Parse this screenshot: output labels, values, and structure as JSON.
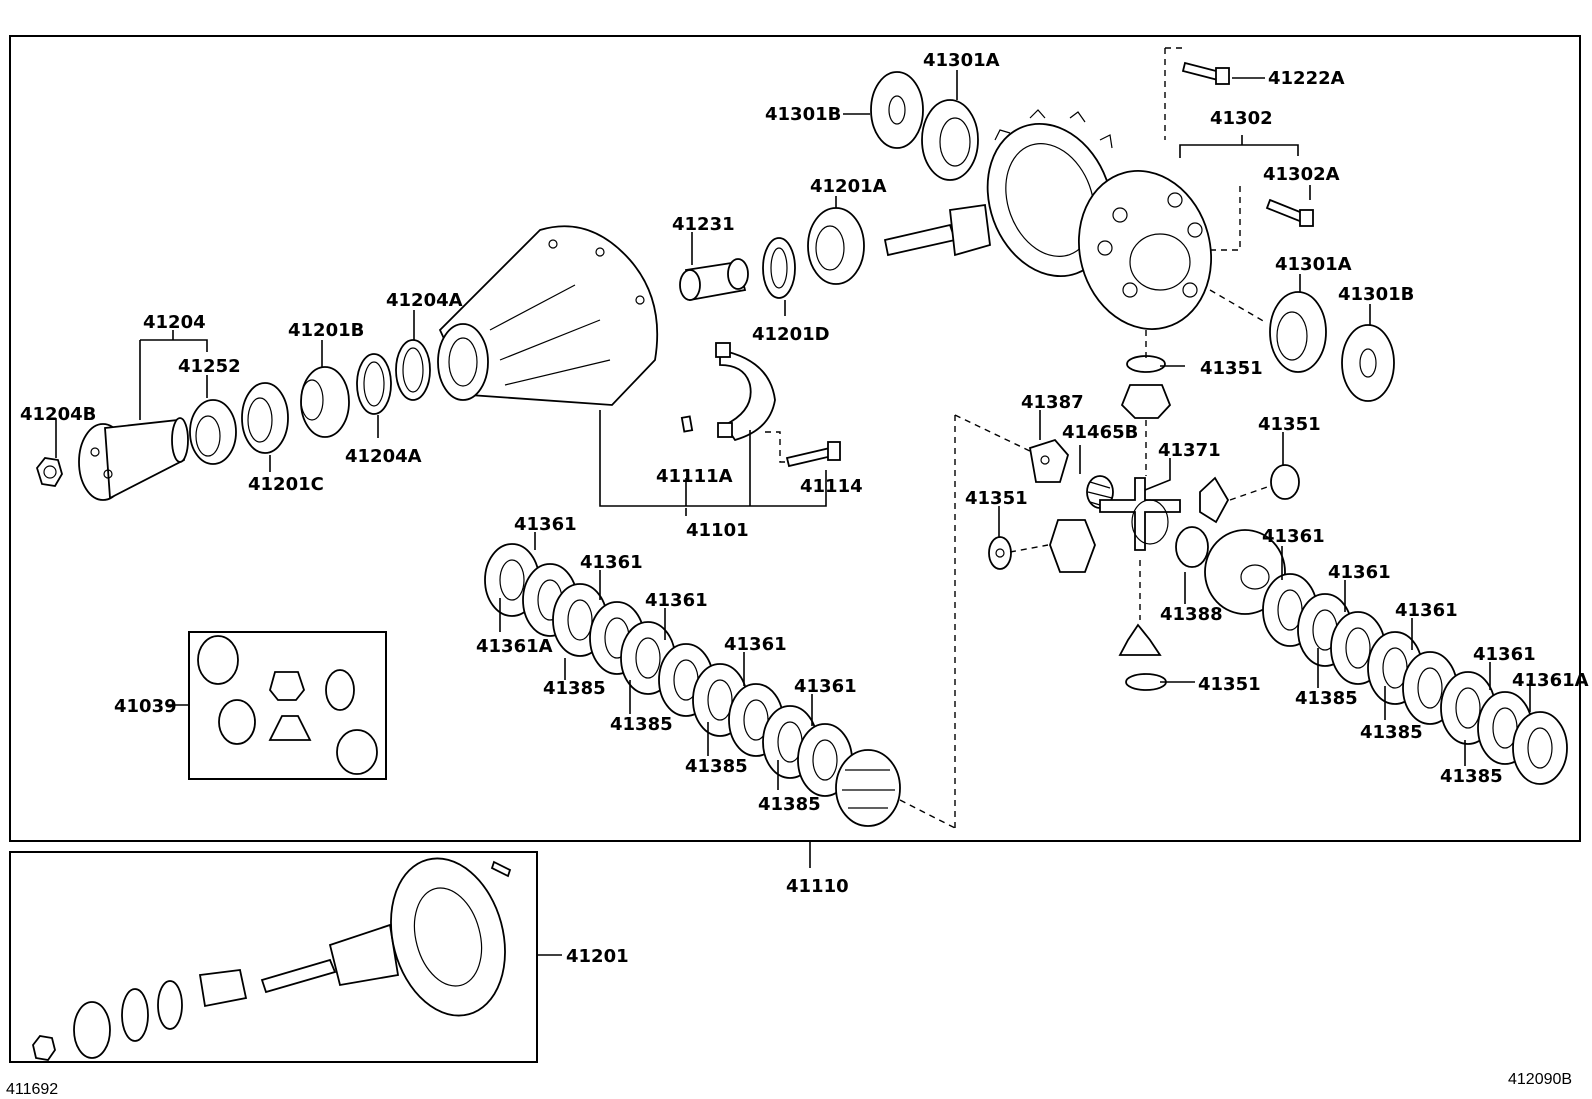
{
  "figure_codes": {
    "left": "411692",
    "right": "412090B"
  },
  "labels": {
    "p41301A_top": "41301A",
    "p41301B_top": "41301B",
    "p41222A": "41222A",
    "p41302": "41302",
    "p41302A": "41302A",
    "p41201A": "41201A",
    "p41231": "41231",
    "p41201D": "41201D",
    "p41301A_right": "41301A",
    "p41301B_right": "41301B",
    "p41204": "41204",
    "p41252": "41252",
    "p41201B": "41201B",
    "p41204A_top": "41204A",
    "p41204B": "41204B",
    "p41201C": "41201C",
    "p41204A_bottom": "41204A",
    "p41351_a": "41351",
    "p41387": "41387",
    "p41465B": "41465B",
    "p41371": "41371",
    "p41351_b": "41351",
    "p41351_c": "41351",
    "p41111A": "41111A",
    "p41114": "41114",
    "p41101": "41101",
    "p41361_l1": "41361",
    "p41361_l2": "41361",
    "p41361_l3": "41361",
    "p41361_l4": "41361",
    "p41361_l5": "41361",
    "p41361A_left": "41361A",
    "p41385_l1": "41385",
    "p41385_l2": "41385",
    "p41385_l3": "41385",
    "p41385_l4": "41385",
    "p41388": "41388",
    "p41351_d": "41351",
    "p41361_r1": "41361",
    "p41361_r2": "41361",
    "p41361_r3": "41361",
    "p41361_r4": "41361",
    "p41361A_right": "41361A",
    "p41385_r1": "41385",
    "p41385_r2": "41385",
    "p41385_r3": "41385",
    "p41039": "41039",
    "p41110": "41110",
    "p41201": "41201"
  }
}
